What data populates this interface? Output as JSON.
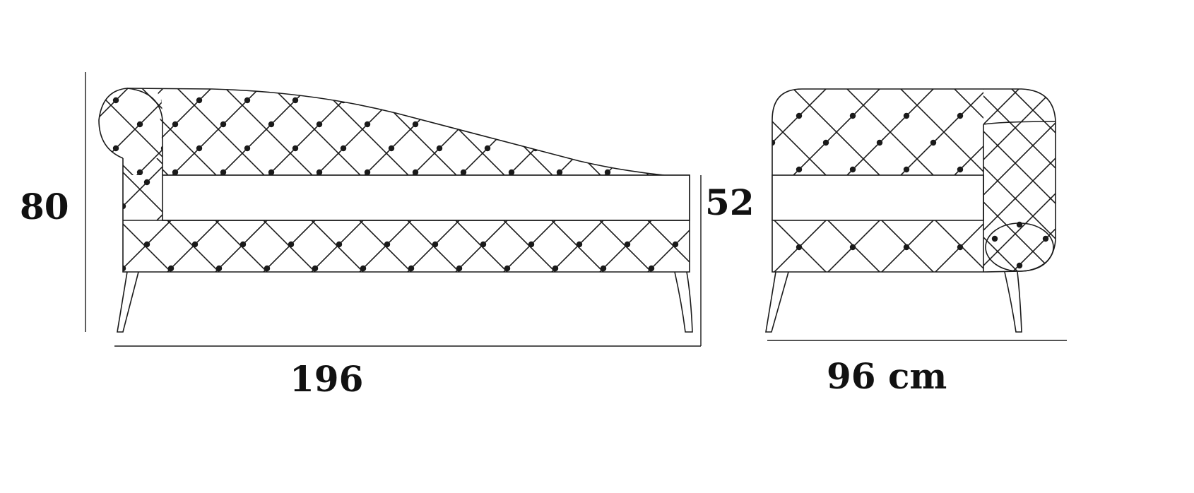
{
  "dimensions": {
    "height_total": "80",
    "height_seat": "52",
    "length": "196",
    "depth": "96 cm"
  },
  "colors": {
    "line": "#1a1a1a",
    "button": "#1a1a1a",
    "background": "#ffffff"
  }
}
